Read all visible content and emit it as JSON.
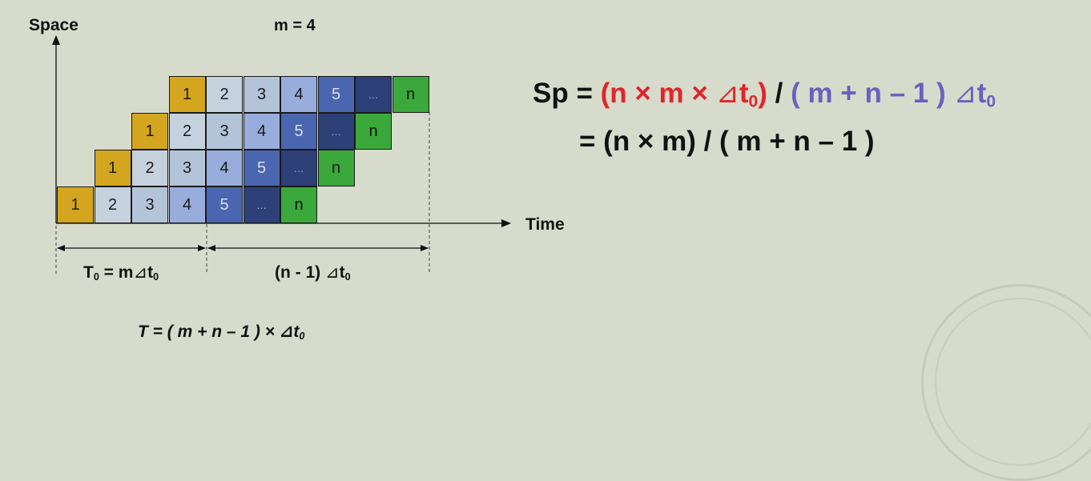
{
  "labels": {
    "space": "Space",
    "m": "m = 4",
    "time": "Time"
  },
  "bracket_labels": {
    "t0": {
      "T": "T",
      "sub": "0",
      "mid": " = m",
      "delta": "⊿",
      "t": "t",
      "tsub": "0"
    },
    "nt": {
      "pre": "(n - 1) ",
      "delta": "⊿",
      "t": "t",
      "tsub": "0"
    }
  },
  "total_time": {
    "text": "T = ( m + n – 1 ) × ⊿t",
    "sub": "0"
  },
  "formula": {
    "line1": {
      "lhs": "Sp = ",
      "red": "(n × m × ",
      "red_delta": "⊿",
      "red_t": "t",
      "red_sub": "0",
      "red_close": ")",
      "slash": " / ",
      "purple": "( m + n – 1 ) ",
      "purple_delta": "⊿",
      "purple_t": "t",
      "purple_sub": "0"
    },
    "line2": "= (n × m) / ( m + n – 1 )"
  },
  "pipeline": {
    "rows": [
      {
        "cells": [
          "1",
          "2",
          "3",
          "4",
          "5",
          "…",
          "n"
        ]
      },
      {
        "cells": [
          "1",
          "2",
          "3",
          "4",
          "5",
          "…",
          "n"
        ]
      },
      {
        "cells": [
          "1",
          "2",
          "3",
          "4",
          "5",
          "…",
          "n"
        ]
      },
      {
        "cells": [
          "1",
          "2",
          "3",
          "4",
          "5",
          "…",
          "n"
        ]
      }
    ],
    "colors": {
      "1": "#d4a51e",
      "2": "#c5d2de",
      "3": "#b3c4d9",
      "4": "#98addb",
      "5": "#4b66b0",
      "…": "#2e4078",
      "n": "#3aa83a"
    },
    "text_colors": {
      "1": "#1a1a1a",
      "2": "#1a1a1a",
      "3": "#1a1a1a",
      "4": "#1a1a1a",
      "5": "#d8e0f0",
      "…": "#aab4d0",
      "n": "#111111"
    }
  }
}
